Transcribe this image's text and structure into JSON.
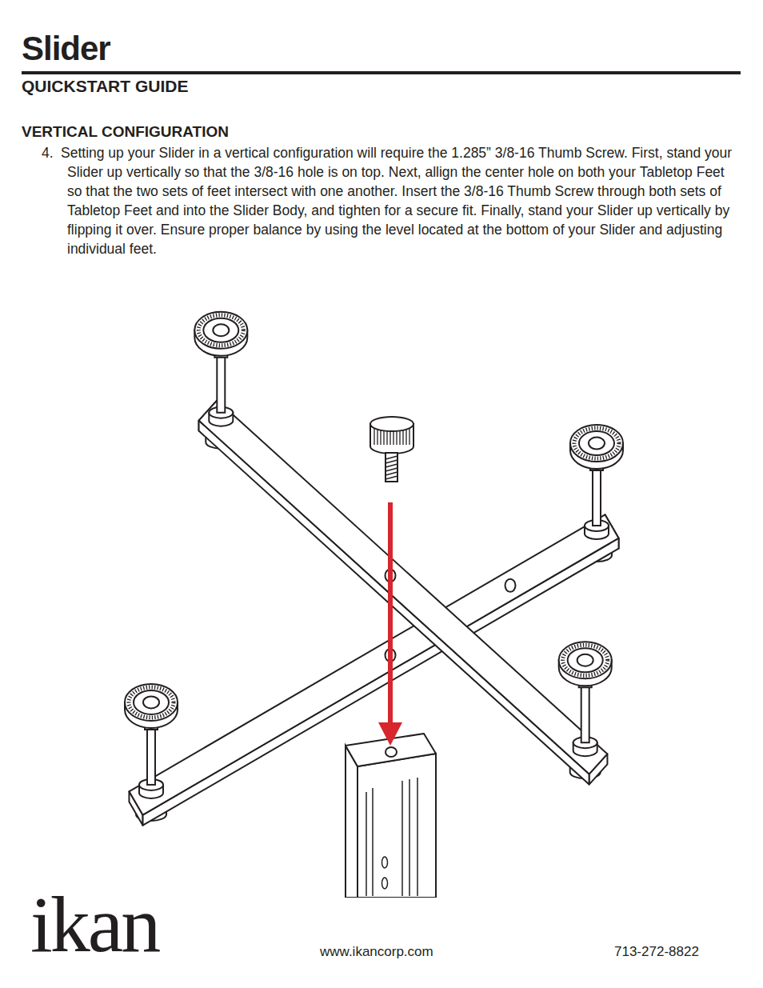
{
  "diagram": {
    "title": "Slider",
    "labels": [
      "QUICKSTART GUIDE",
      "VERTICAL CONFIGURATION",
      "4.",
      "Setting up your Slider in a vertical configuration will require the 1.285” 3/8-16 Thumb Screw. First, stand your Slider up vertically so that the 3/8-16 hole is on top. Next, allign the center hole on both your Tabletop Feet so that the two sets of feet intersect with one another. Insert the 3/8-16 Thumb Screw through both sets of Tabletop Feet and into the Slider Body, and tighten for a secure fit. Finally, stand your Slider up vertically by flipping it over. Ensure proper balance by using the level located at the bottom of your Slider and adjusting individual feet.",
      "ikan",
      "www.ikancorp.com",
      "713-272-8822"
    ]
  }
}
